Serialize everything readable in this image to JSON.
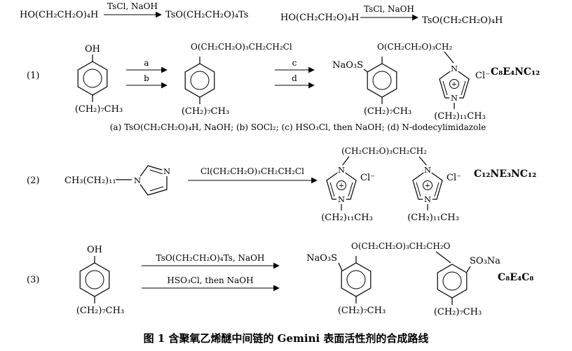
{
  "tosylation": {
    "left": {
      "reactant": "HO(CH₂CH₂O)₄H",
      "conditions": "TsCl, NaOH",
      "product": "TsO(CH₂CH₂O)₄Ts"
    },
    "right": {
      "reactant": "HO(CH₂CH₂O)₄H",
      "conditions": "TsCl, NaOH",
      "product": "TsO(CH₂CH₂O)₄H"
    }
  },
  "reaction1": {
    "number": "(1)",
    "phenol": {
      "hydroxyl": "OH",
      "alkyl_tail": "(CH₂)₇CH₃"
    },
    "step_a": "a",
    "step_b": "b",
    "step_c": "c",
    "step_d": "d",
    "intermediate": {
      "chain": "O(CH₂CH₂O)₃CH₂CH₂Cl",
      "alkyl_tail": "(CH₂)₇CH₃"
    },
    "product": {
      "sulfonate": "NaO₃S",
      "chain": "O(CH₂CH₂O)₃CH₂",
      "benzene_tail": "(CH₂)₇CH₃",
      "counterion": "Cl⁻",
      "imidazolium_tail": "(CH₂)₁₁CH₃"
    },
    "code": "C₈E₄NC₁₂",
    "footnote": "(a) TsO(CH₂CH₂O)₄H, NaOH; (b) SOCl₂; (c) HSO₃Cl, then NaOH; (d) N-dodecylimidazole"
  },
  "reaction2": {
    "number": "(2)",
    "reactant_chain": "CH₃(CH₂)₁₁",
    "conditions": "Cl(CH₂CH₂O)₃CH₂CH₂Cl",
    "bridge": "(CH₂CH₂O)₃CH₂CH₂",
    "counterion_left": "Cl⁻",
    "counterion_right": "Cl⁻",
    "tail_left": "(CH₂)₁₁CH₃",
    "tail_right": "(CH₂)₁₁CH₃",
    "code": "C₁₂NE₃NC₁₂"
  },
  "reaction3": {
    "number": "(3)",
    "phenol": {
      "hydroxyl": "OH",
      "alkyl_tail": "(CH₂)₇CH₃"
    },
    "conditions_step1": "TsO(CH₂CH₂O)₄Ts, NaOH",
    "conditions_step2": "HSO₃Cl, then NaOH",
    "product": {
      "left_sulfonate": "NaO₃S",
      "bridge": "O(CH₂CH₂O)₃CH₂CH₂O",
      "right_sulfonate": "SO₃Na",
      "left_tail": "(CH₂)₇CH₃",
      "right_tail": "(CH₂)₇CH₃"
    },
    "code": "C₈E₄C₈"
  },
  "caption": "图 1  含聚氧乙烯醚中间链的 Gemini 表面活性剂的合成路线",
  "symbols": {
    "nitrogen": "N",
    "plus": "+"
  }
}
